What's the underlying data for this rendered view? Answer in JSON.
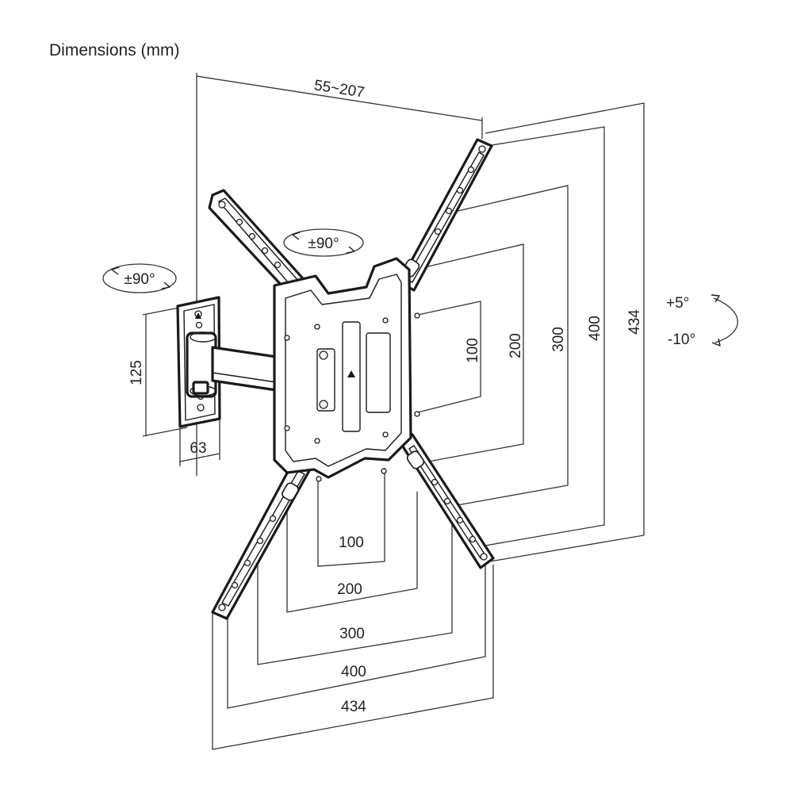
{
  "title": "Dimensions (mm)",
  "depth": "55~207",
  "plate": {
    "height": "125",
    "width": "63"
  },
  "rotation": {
    "swivel_arm": "±90°",
    "swivel_plate": "±90°"
  },
  "tilt": {
    "up": "+5°",
    "down": "-10°"
  },
  "vesa_vertical": [
    "100",
    "200",
    "300",
    "400",
    "434"
  ],
  "vesa_horizontal": [
    "100",
    "200",
    "300",
    "400",
    "434"
  ],
  "colors": {
    "line": "#1a1a1a",
    "text": "#222222",
    "background": "#ffffff"
  }
}
